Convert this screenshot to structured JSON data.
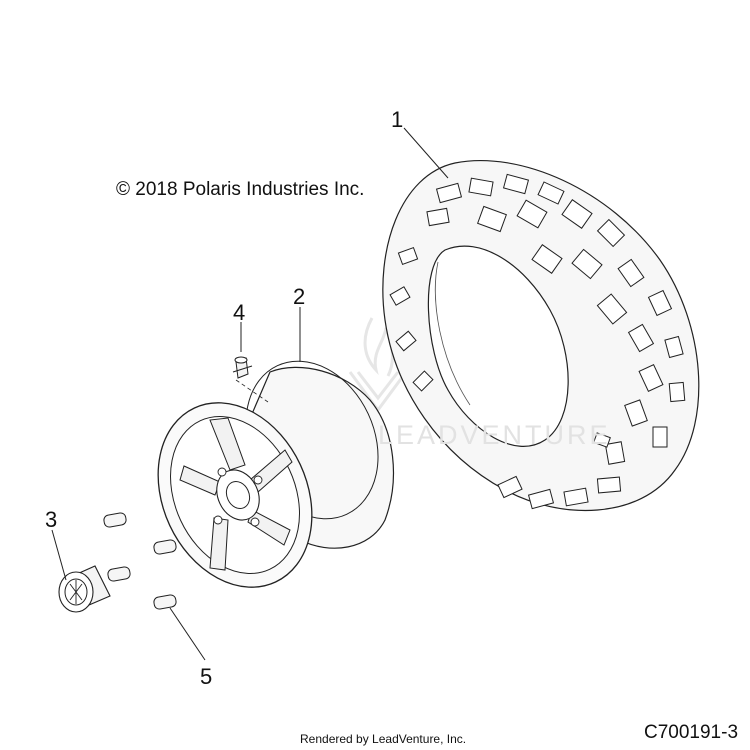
{
  "copyright": "© 2018 Polaris Industries Inc.",
  "watermark": "LEADVENTURE",
  "callouts": [
    {
      "label": "1",
      "part": "tire"
    },
    {
      "label": "2",
      "part": "wheel"
    },
    {
      "label": "3",
      "part": "hub-cap"
    },
    {
      "label": "4",
      "part": "valve-stem"
    },
    {
      "label": "5",
      "part": "lug-nut"
    }
  ],
  "footer": "Rendered by LeadVenture, Inc.",
  "drawing_id": "C700191-3"
}
